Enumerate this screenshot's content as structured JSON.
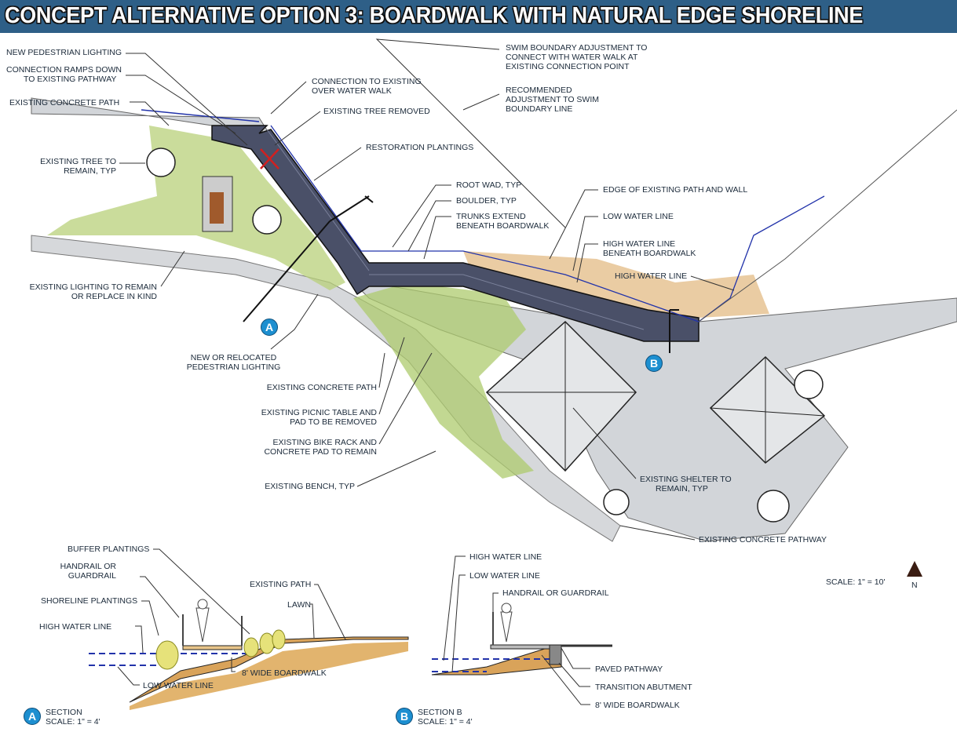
{
  "title": "CONCEPT ALTERNATIVE OPTION 3: BOARDWALK WITH NATURAL EDGE SHORELINE",
  "plan_labels": {
    "new_ped_lighting": "NEW PEDESTRIAN LIGHTING",
    "connection_ramps": [
      "CONNECTION RAMPS DOWN",
      "TO EXISTING PATHWAY"
    ],
    "existing_concrete_path_top": "EXISTING CONCRETE PATH",
    "existing_tree_remain": [
      "EXISTING TREE TO",
      "REMAIN, TYP"
    ],
    "existing_lighting": [
      "EXISTING LIGHTING TO REMAIN",
      "OR REPLACE IN KIND"
    ],
    "connection_over_water": [
      "CONNECTION TO EXISTING",
      "OVER WATER WALK"
    ],
    "tree_removed": "EXISTING TREE REMOVED",
    "restoration_plantings": "RESTORATION PLANTINGS",
    "root_wad": "ROOT WAD, TYP",
    "boulder": "BOULDER, TYP",
    "trunks": [
      "TRUNKS EXTEND",
      "BENEATH BOARDWALK"
    ],
    "edge_path_wall": "EDGE OF EXISTING PATH AND WALL",
    "low_water": "LOW WATER LINE",
    "high_water_beneath": [
      "HIGH WATER LINE",
      "BENEATH BOARDWALK"
    ],
    "high_water": "HIGH WATER LINE",
    "swim_boundary": [
      "SWIM BOUNDARY ADJUSTMENT TO",
      "CONNECT WITH WATER WALK AT",
      "EXISTING CONNECTION POINT"
    ],
    "recommended_adjust": [
      "RECOMMENDED",
      "ADJUSTMENT TO SWIM",
      "BOUNDARY LINE"
    ],
    "new_relocated_lighting": [
      "NEW OR RELOCATED",
      "PEDESTRIAN LIGHTING"
    ],
    "existing_concrete_path_mid": "EXISTING CONCRETE PATH",
    "picnic_table": [
      "EXISTING PICNIC TABLE AND",
      "PAD TO BE REMOVED"
    ],
    "bike_rack": [
      "EXISTING BIKE RACK AND",
      "CONCRETE PAD TO REMAIN"
    ],
    "bench": "EXISTING BENCH, TYP",
    "shelter": [
      "EXISTING SHELTER TO",
      "REMAIN, TYP"
    ],
    "concrete_pathway": "EXISTING CONCRETE PATHWAY",
    "scale": "SCALE: 1\" = 10'",
    "north": "N",
    "marker_a": "A",
    "marker_b": "B"
  },
  "section_a": {
    "buffer": "BUFFER PLANTINGS",
    "handrail": [
      "HANDRAIL OR",
      "GUARDRAIL"
    ],
    "shoreline": "SHORELINE PLANTINGS",
    "high_water": "HIGH WATER LINE",
    "existing_path": "EXISTING PATH",
    "lawn": "LAWN",
    "boardwalk": "8' WIDE BOARDWALK",
    "low_water": "LOW WATER LINE",
    "badge": "A",
    "title": "SECTION",
    "scale": "SCALE: 1\" = 4'"
  },
  "section_b": {
    "high_water": "HIGH WATER LINE",
    "low_water": "LOW WATER LINE",
    "handrail": "HANDRAIL OR GUARDRAIL",
    "paved": "PAVED PATHWAY",
    "abutment": "TRANSITION ABUTMENT",
    "boardwalk": "8' WIDE BOARDWALK",
    "badge": "B",
    "title": "SECTION B",
    "scale": "SCALE: 1\" = 4'"
  },
  "colors": {
    "title_bar": "#2e5f87",
    "badge": "#1d8fd0",
    "water_line": "#2233aa",
    "grass": "#a9c96a",
    "soil": "#d9a35a",
    "paving": "#cfd2d6",
    "boardwalk": "#4a5068"
  }
}
